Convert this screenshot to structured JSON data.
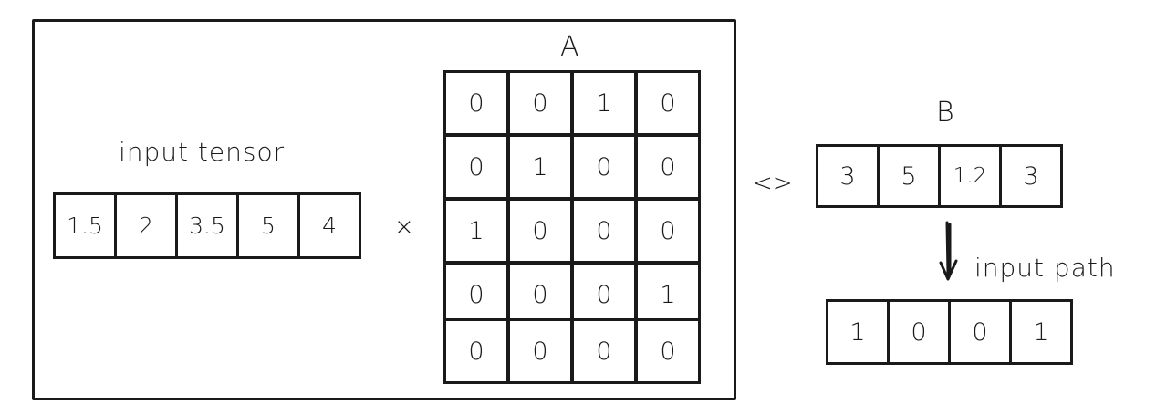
{
  "labels": {
    "input_tensor": "input tensor",
    "matrix": "A",
    "result": "B",
    "path": "input path"
  },
  "operators": {
    "multiply": "×",
    "compare": "<>"
  },
  "input_tensor": [
    "1.5",
    "2",
    "3.5",
    "5",
    "4"
  ],
  "matrix_A": [
    [
      "0",
      "0",
      "1",
      "0"
    ],
    [
      "0",
      "1",
      "0",
      "0"
    ],
    [
      "1",
      "0",
      "0",
      "0"
    ],
    [
      "0",
      "0",
      "0",
      "1"
    ],
    [
      "0",
      "0",
      "0",
      "0"
    ]
  ],
  "vector_B": [
    "3",
    "5",
    "1.2",
    "3"
  ],
  "input_path": [
    "1",
    "0",
    "0",
    "1"
  ]
}
